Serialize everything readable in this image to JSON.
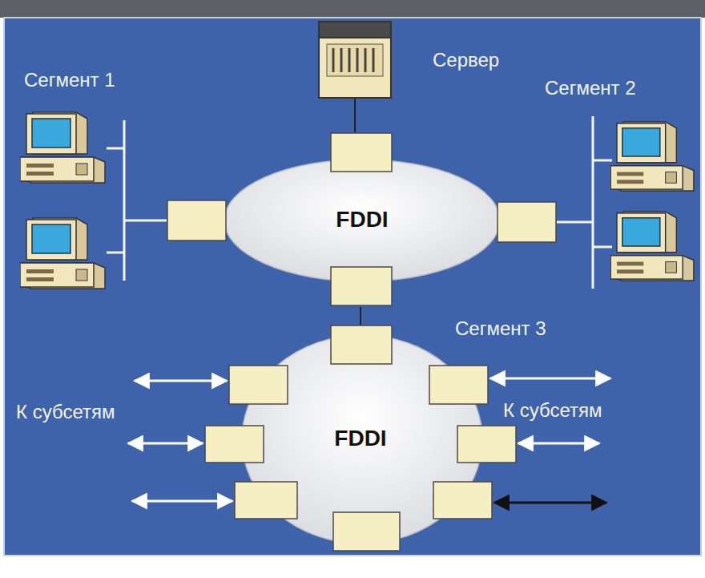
{
  "diagram": {
    "nodes": [
      {
        "text": [
          "Сервер"
        ]
      },
      {
        "text": [
          "FDDI"
        ]
      },
      {
        "text": [
          "FDDI"
        ]
      }
    ],
    "edges": [
      {
        "from": 0,
        "to": 1,
        "arrow": "none"
      },
      {
        "from": 1,
        "to": 2,
        "arrow": "none"
      }
    ],
    "labels": [
      "Сегмент 1",
      "Сегмент 2",
      "Сегмент 3",
      "К субсетям",
      "К субсетям"
    ]
  }
}
